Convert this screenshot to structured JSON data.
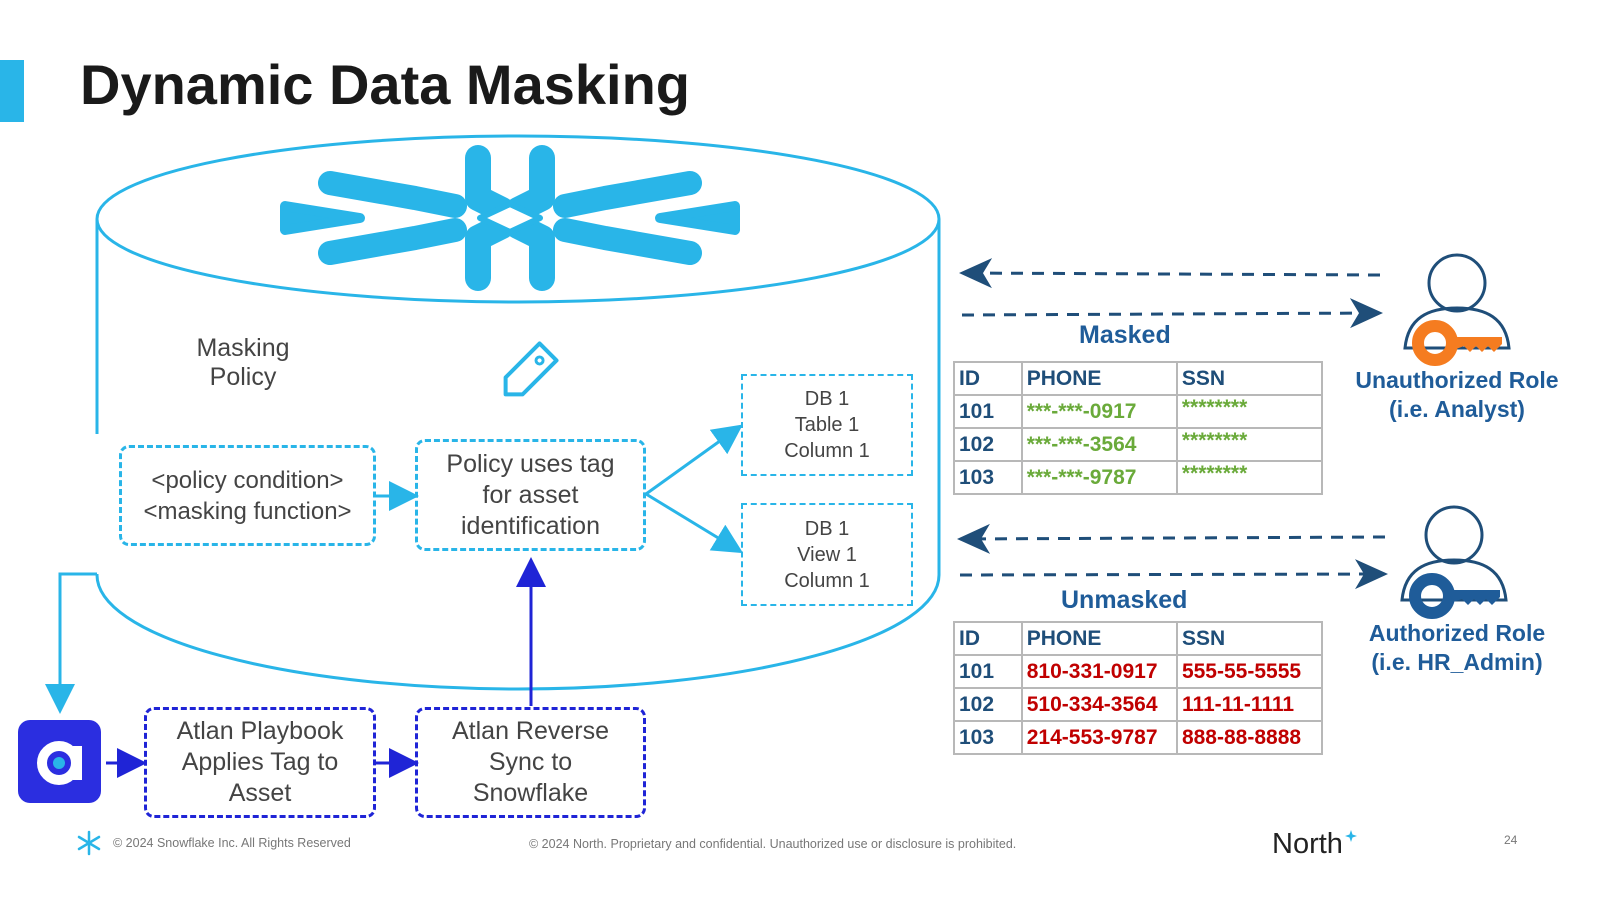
{
  "slide": {
    "title": "Dynamic Data Masking",
    "page_number": "24",
    "accent_color": "#29b5e8"
  },
  "diagram": {
    "masking_policy_label": "Masking\nPolicy",
    "policy_box": "<policy condition>\n<masking function>",
    "tag_box": "Policy uses tag\nfor asset\nidentification",
    "target_table": "DB 1\nTable 1\nColumn 1",
    "target_view": "DB 1\nView 1\nColumn 1",
    "playbook_box": "Atlan Playbook\nApplies Tag to\nAsset",
    "reverse_sync_box": "Atlan Reverse\nSync to\nSnowflake",
    "icons": [
      "snowflake-icon",
      "tag-icon",
      "atlan-logo",
      "user-key-icon"
    ],
    "colors": {
      "snowflake": "#29b5e8",
      "atlan": "#2b2ee0",
      "unauthorized_key": "#f57c20",
      "authorized_key": "#1f5c99"
    }
  },
  "masked": {
    "label": "Masked",
    "headers": [
      "ID",
      "PHONE",
      "SSN"
    ],
    "rows": [
      [
        "101",
        "***-***-0917",
        "********"
      ],
      [
        "102",
        "***-***-3564",
        "********"
      ],
      [
        "103",
        "***-***-9787",
        "********"
      ]
    ]
  },
  "unmasked": {
    "label": "Unmasked",
    "headers": [
      "ID",
      "PHONE",
      "SSN"
    ],
    "rows": [
      [
        "101",
        "810-331-0917",
        "555-55-5555"
      ],
      [
        "102",
        "510-334-3564",
        "111-11-1111"
      ],
      [
        "103",
        "214-553-9787",
        "888-88-8888"
      ]
    ]
  },
  "roles": {
    "unauthorized": "Unauthorized Role\n(i.e. Analyst)",
    "authorized": "Authorized Role\n(i.e. HR_Admin)"
  },
  "footer": {
    "snowflake_copyright": "© 2024 Snowflake Inc. All Rights Reserved",
    "north_notice": "© 2024 North. Proprietary and confidential. Unauthorized use or disclosure is prohibited.",
    "north_logo": "North"
  }
}
